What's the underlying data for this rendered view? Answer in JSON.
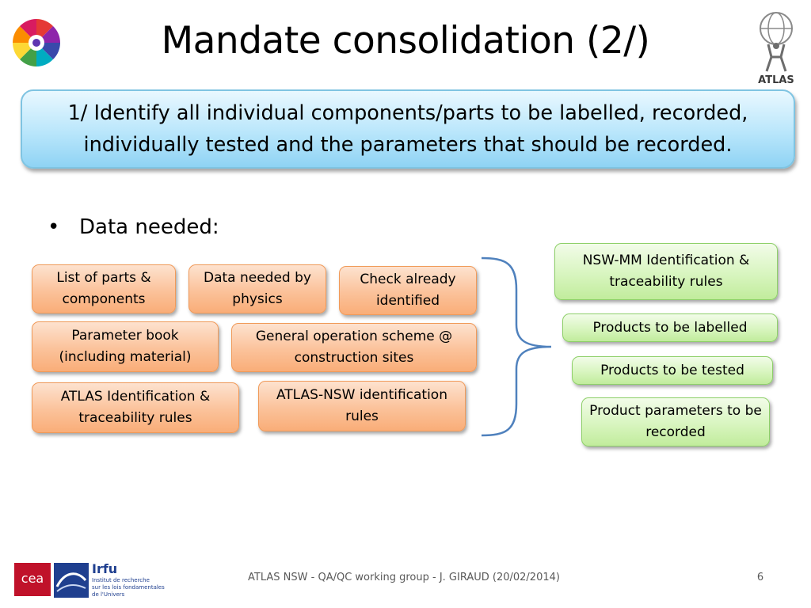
{
  "slide": {
    "title": "Mandate consolidation (2/)",
    "banner_text": "1/ Identify all individual components/parts to be labelled, recorded, individually tested and the parameters that should be recorded.",
    "bullet_text": "Data needed:"
  },
  "inputs": [
    "List of parts & components",
    "Data needed by physics",
    "Check already identified",
    "Parameter book (including material)",
    "General operation scheme @ construction sites",
    "ATLAS Identification & traceability rules",
    "ATLAS-NSW identification rules"
  ],
  "outputs": [
    "NSW-MM Identification & traceability rules",
    "Products to be labelled",
    "Products to be tested",
    "Product parameters to be recorded"
  ],
  "footer": {
    "text": "ATLAS NSW - QA/QC working group - J. GIRAUD (20/02/2014)",
    "page_number": "6"
  },
  "logos": {
    "right_label": "ATLAS",
    "cea_text": "cea",
    "irfu_name": "Irfu",
    "irfu_line1": "Institut de recherche",
    "irfu_line2": "sur les lois fondamentales",
    "irfu_line3": "de l'Univers"
  },
  "colors": {
    "banner_border": "#7fc4e2",
    "input_box": "#fbc29a",
    "output_box": "#d8f5bf",
    "brace": "#4f81bd"
  },
  "icons": {
    "left_logo": "colorful-wheel-logo",
    "right_logo": "atlas-logo",
    "footer_left": "cea-logo",
    "footer_right": "irfu-logo"
  }
}
